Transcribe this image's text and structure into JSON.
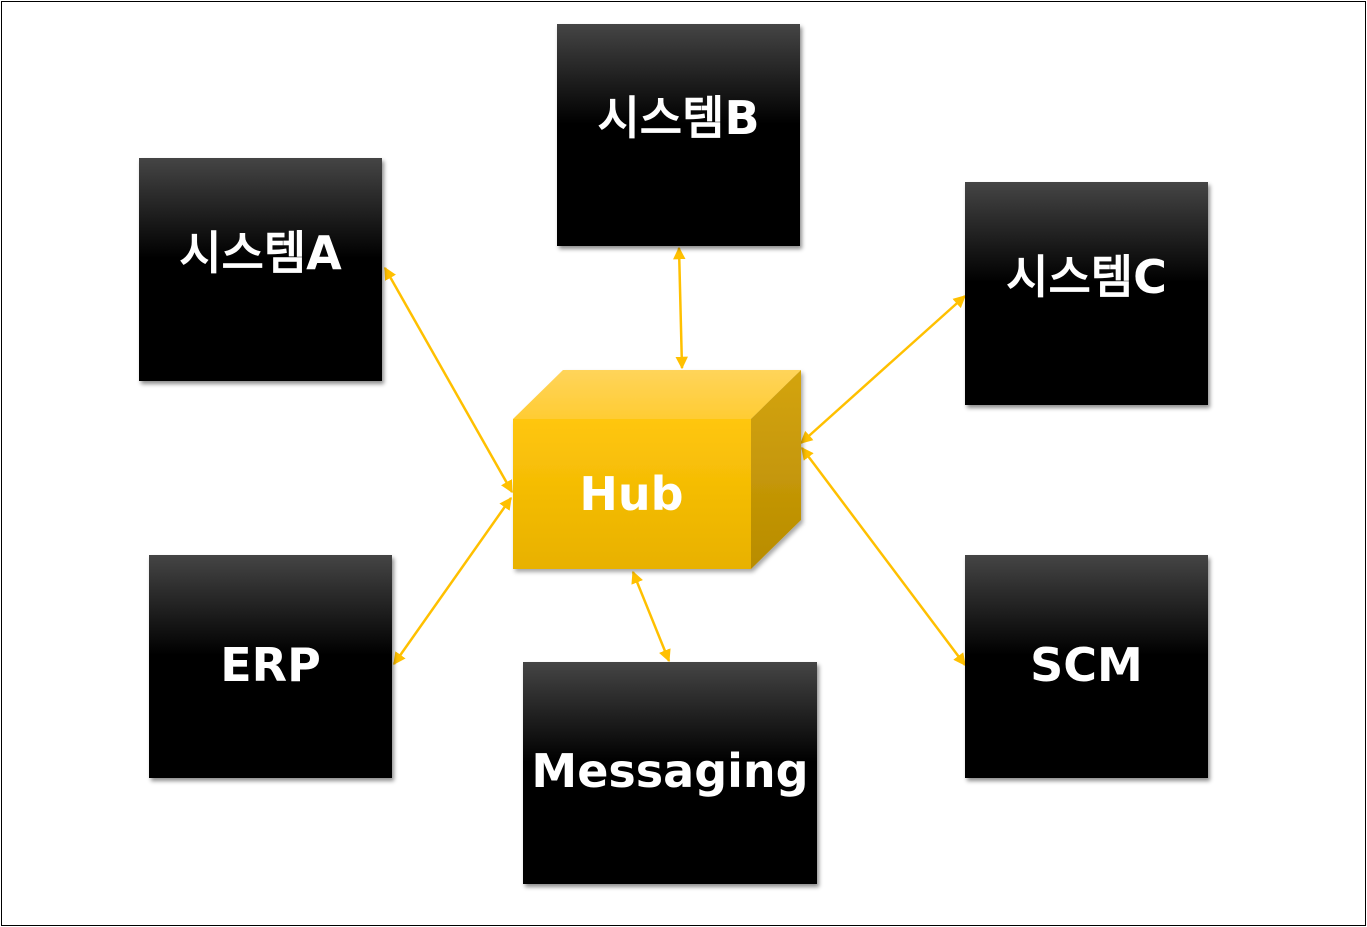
{
  "diagram": {
    "hub": {
      "label": "Hub",
      "colors": {
        "front_top": "#FFC60A",
        "front_bottom": "#E8B100",
        "top_face": "#FFD24D",
        "side_face": "#C99A00"
      }
    },
    "nodes": {
      "system_a": "시스템A",
      "system_b": "시스템B",
      "system_c": "시스템C",
      "erp": "ERP",
      "scm": "SCM",
      "messaging": "Messaging"
    },
    "connector_color": "#FFC000",
    "node_color": "#000000"
  }
}
